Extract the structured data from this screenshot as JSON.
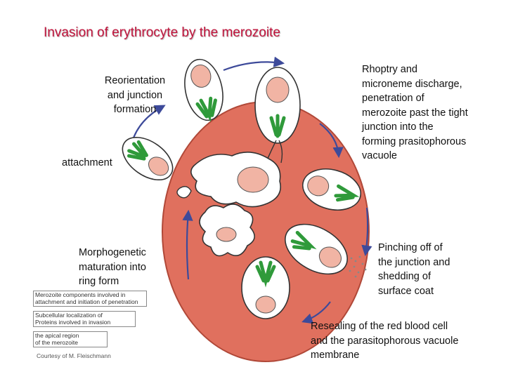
{
  "title": "Invasion of erythrocyte by the  merozoite",
  "labels": {
    "reorientation": "Reorientation\nand junction\nformation",
    "attachment": "attachment",
    "rhoptry": "Rhoptry and\nmicroneme discharge,\npenetration of\nmerozoite past the tight\njunction into the\nforming prasitophorous\nvacuole",
    "pinching": "Pinching off of\nthe junction and\nshedding of\nsurface coat",
    "resealing": "Resealing of the red blood cell\nand the parasitophorous vacuole\nmembrane",
    "morphogenetic": "Morphogenetic\nmaturation into\nring form"
  },
  "legend": [
    "Merozoite components involved in\nattachment and initiation of penetration",
    "Subcellular localization of\nProteins involved in invasion",
    "the apical region\nof the merozoite"
  ],
  "credit": "Courtesy of M. Fleischmann",
  "colors": {
    "title": "#c0143c",
    "rbc_fill": "#e0705e",
    "rbc_edge": "#b04838",
    "arrow": "#3d4a9a",
    "organelle_green": "#2f9a3a",
    "nucleus": "#f1b4a4"
  }
}
